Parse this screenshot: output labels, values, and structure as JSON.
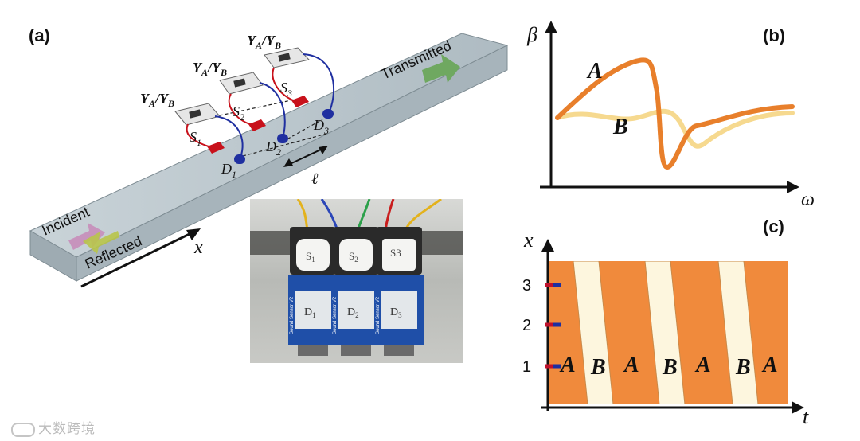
{
  "panel_a": {
    "label": "(a)",
    "incident": "Incident",
    "reflected": "Reflected",
    "transmitted": "Transmitted",
    "x_axis": "x",
    "spacing": "ℓ",
    "module_label": "Y_A/Y_B",
    "speakers": [
      "S1",
      "S2",
      "S3"
    ],
    "detectors": [
      "D1",
      "D2",
      "D3"
    ],
    "photo_card_labels": [
      "S1",
      "S2",
      "S3"
    ],
    "photo_detector_labels": [
      "D1",
      "D2",
      "D3"
    ],
    "board_text": "Sound Sensor V2",
    "colors": {
      "waveguide": "#b7c3c9",
      "speaker": "#c8111b",
      "detector": "#1f2fa0",
      "incident_arrow": "#c78ab8",
      "reflected_arrow": "#b8c44a",
      "transmitted_arrow": "#6fa860"
    }
  },
  "panel_b": {
    "label": "(b)",
    "y_axis": "β",
    "x_axis": "ω",
    "curve_A_label": "A",
    "curve_B_label": "B",
    "colors": {
      "A": "#e87f2b",
      "B": "#f6d98f"
    }
  },
  "panel_c": {
    "label": "(c)",
    "y_axis": "x",
    "x_axis": "t",
    "ticks": [
      "1",
      "2",
      "3"
    ],
    "band_labels": [
      "A",
      "B",
      "A",
      "B",
      "A",
      "B",
      "A"
    ],
    "colors": {
      "A": "#f08a3c",
      "B": "#fdf6de",
      "tick_red": "#c0102a",
      "tick_blue": "#1c2fa0"
    }
  },
  "watermark": "大数跨境"
}
